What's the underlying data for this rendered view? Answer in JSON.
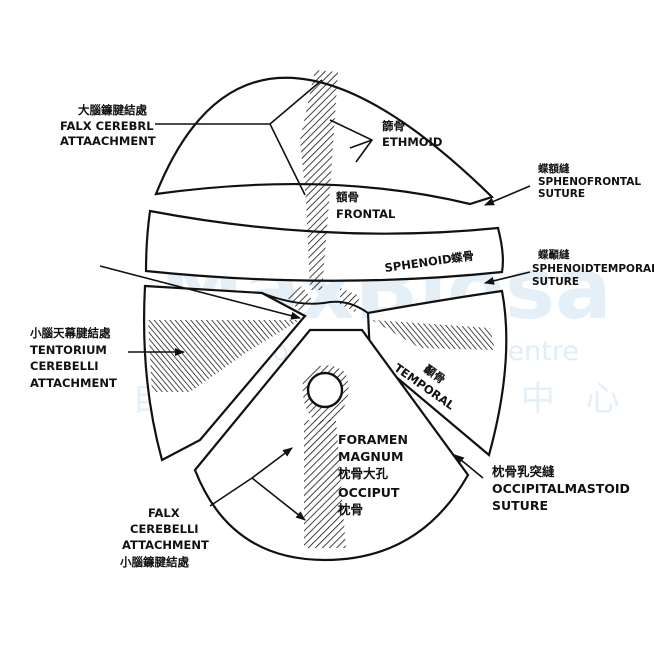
{
  "watermark": {
    "brand": "MaxBiosa",
    "line2": "Neuropathic Holistic Centre",
    "line3": "自 然 醫 學 治 療 中 心"
  },
  "labels": {
    "falx_cerebri": {
      "zh": "大腦鐮腱結處",
      "en1": "FALX CEREBRL",
      "en2": "ATTAACHMENT"
    },
    "ethmoid": {
      "zh": "篩骨",
      "en": "ETHMOID"
    },
    "frontal": {
      "zh": "額骨",
      "en": "FRONTAL"
    },
    "sphenofrontal": {
      "zh": "蝶額縫",
      "en1": "SPHENOFRONTAL",
      "en2": "SUTURE"
    },
    "sphenoid": {
      "en": "SPHENOID",
      "zh": "蝶骨"
    },
    "sphenotemporal": {
      "zh": "蝶顳縫",
      "en1": "SPHENOIDTEMPORAL",
      "en2": "SUTURE"
    },
    "tentorium": {
      "zh": "小腦天幕腱結處",
      "en1": "TENTORIUM",
      "en2": "CEREBELLI",
      "en3": "ATTACHMENT"
    },
    "temporal": {
      "zh": "顳骨",
      "en": "TEMPORAL"
    },
    "foramen": {
      "en1": "FORAMEN",
      "en2": "MAGNUM",
      "zh": "枕骨大孔"
    },
    "occiput": {
      "en": "OCCIPUT",
      "zh": "枕骨"
    },
    "occipitomastoid": {
      "zh": "枕骨乳突縫",
      "en1": "OCCIPITALMASTOID",
      "en2": "SUTURE"
    },
    "falx_cerebelli": {
      "en1": "FALX",
      "en2": "CEREBELLI",
      "en3": "ATTACHMENT",
      "zh": "小腦鐮腱結處"
    }
  }
}
